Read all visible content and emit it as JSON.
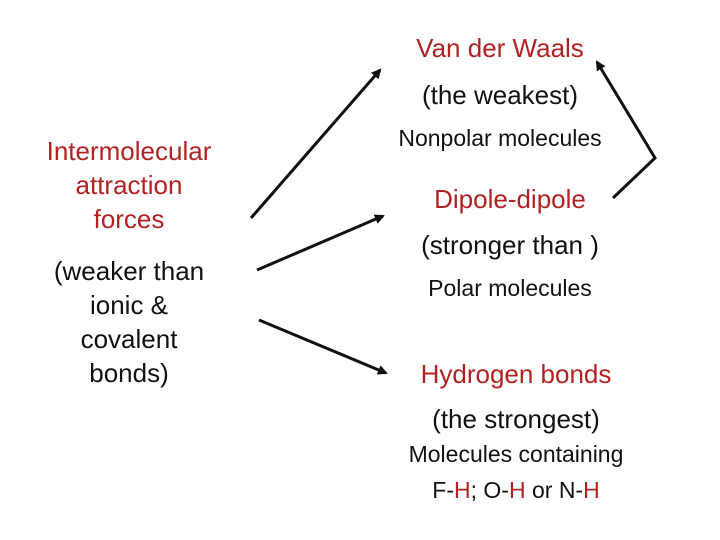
{
  "colors": {
    "red": "#b22222",
    "black": "#111111"
  },
  "left": {
    "title_lines": [
      "Intermolecular",
      "attraction",
      "forces"
    ],
    "note_lines": [
      "(weaker than",
      "ionic &",
      "covalent",
      "bonds)"
    ]
  },
  "van_der_waals": {
    "name": "Van der Waals",
    "rank": "(the weakest)",
    "type": "Nonpolar molecules"
  },
  "dipole": {
    "name": "Dipole-dipole",
    "rank": "(stronger than )",
    "type": "Polar molecules"
  },
  "hydrogen": {
    "name": "Hydrogen bonds",
    "rank": "(the strongest)",
    "type_line1": "Molecules containing",
    "type_line2": [
      {
        "text": "F-",
        "color": "black"
      },
      {
        "text": "H",
        "color": "red"
      },
      {
        "text": "; O-",
        "color": "black"
      },
      {
        "text": "H",
        "color": "red"
      },
      {
        "text": " or N-",
        "color": "black"
      },
      {
        "text": "H",
        "color": "red"
      }
    ]
  }
}
